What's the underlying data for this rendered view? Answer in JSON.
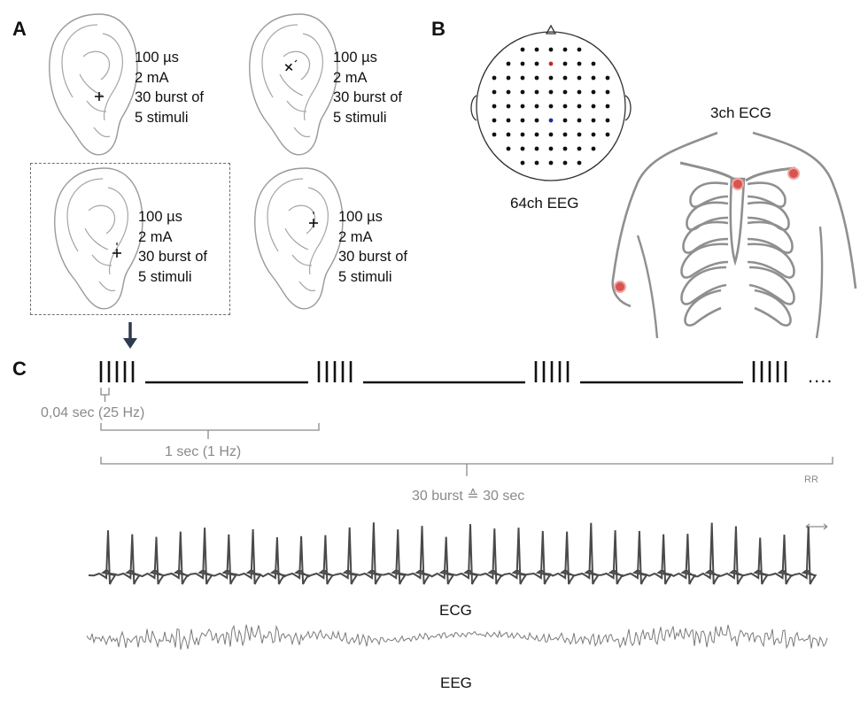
{
  "panels": {
    "a": {
      "label": "A"
    },
    "b": {
      "label": "B"
    },
    "c": {
      "label": "C"
    }
  },
  "stimulation_sites": [
    {
      "lines": [
        "100 µs",
        "2 mA",
        "30 burst of",
        "5 stimuli"
      ],
      "selected": false
    },
    {
      "lines": [
        "100 µs",
        "2 mA",
        "30 burst of",
        "5 stimuli"
      ],
      "selected": false
    },
    {
      "lines": [
        "100 µs",
        "2 mA",
        "30 burst of",
        "5 stimuli"
      ],
      "selected": true
    },
    {
      "lines": [
        "100 µs",
        "2 mA",
        "30 burst of",
        "5 stimuli"
      ],
      "selected": false
    }
  ],
  "eeg_montage": {
    "caption": "64ch EEG",
    "electrode_color": "#111111",
    "highlight_red": "#c0282d",
    "highlight_blue": "#1f2f9a"
  },
  "ecg_setup": {
    "caption": "3ch ECG",
    "electrode_color": "#d9534f"
  },
  "stim_train": {
    "bursts": 4,
    "pulses_per_burst": 5,
    "continuation": "....",
    "pulse_interval_label": "0,04 sec (25 Hz)",
    "burst_interval_label": "1 sec (1 Hz)",
    "total_label": "30 burst ≙ 30 sec"
  },
  "traces": {
    "rr_label": "RR",
    "ecg_label": "ECG",
    "eeg_label": "EEG",
    "ecg_beats": 30,
    "ecg_color": "#4a4a4a",
    "eeg_color": "#7a7a7a"
  }
}
